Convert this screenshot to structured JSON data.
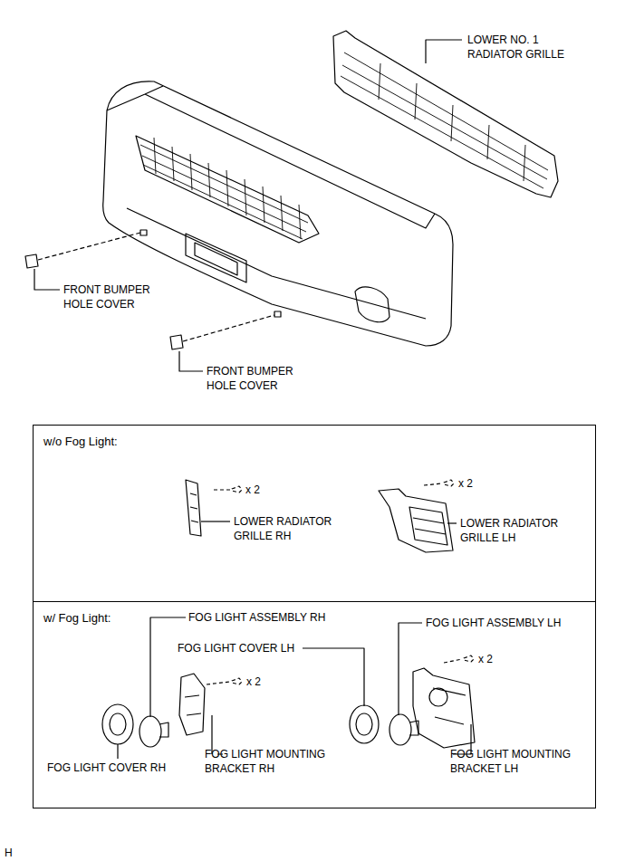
{
  "diagram": {
    "nodes": [
      {
        "text": [
          "w/o Fog Light:"
        ]
      },
      {
        "text": [
          "w/ Fog Light:"
        ]
      }
    ],
    "labels": [
      "LOWER NO. 1 RADIATOR GRILLE",
      "FRONT BUMPER HOLE COVER",
      "FRONT BUMPER HOLE COVER",
      "x 2",
      "LOWER RADIATOR GRILLE RH",
      "x 2",
      "LOWER RADIATOR GRILLE LH",
      "FOG LIGHT ASSEMBLY RH",
      "FOG LIGHT ASSEMBLY LH",
      "FOG LIGHT COVER LH",
      "x 2",
      "x 2",
      "FOG LIGHT COVER RH",
      "FOG LIGHT MOUNTING BRACKET RH",
      "FOG LIGHT MOUNTING BRACKET LH",
      "H"
    ]
  }
}
